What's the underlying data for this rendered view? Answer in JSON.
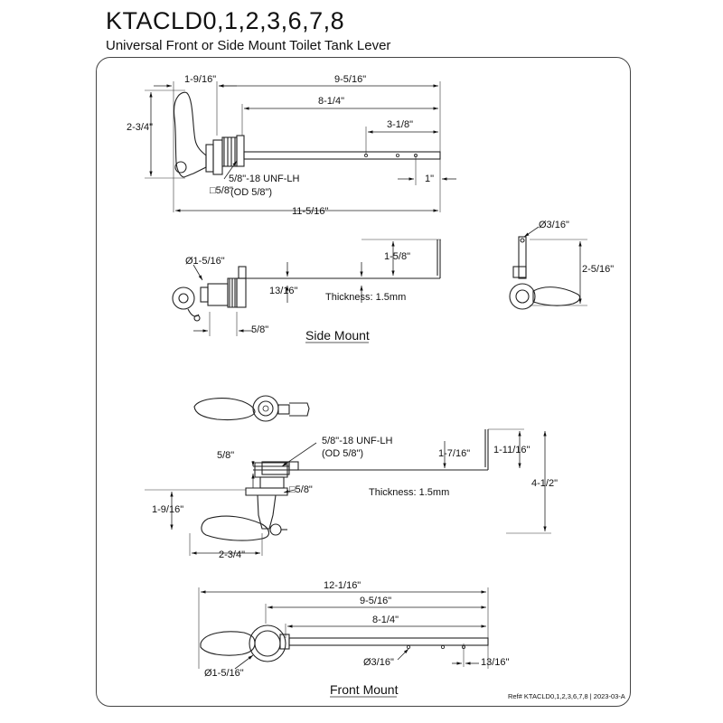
{
  "header": {
    "title": "KTACLD0,1,2,3,6,7,8",
    "subtitle": "Universal Front or Side Mount Toilet Tank Lever"
  },
  "dims": {
    "top": {
      "d_9_5_16": "9-5/16\"",
      "d_1_9_16": "1-9/16\"",
      "d_2_3_4": "2-3/4\"",
      "d_8_1_4": "8-1/4\"",
      "d_3_1_8": "3-1/8\"",
      "d_1": "1\"",
      "d_sq": "□5/8\"",
      "thread1": "5/8\"-18 UNF-LH",
      "thread2": "(OD 5/8\")",
      "d_11_5_16": "11-5/16\""
    },
    "side": {
      "d_dia_1_5_16": "Ø1-5/16\"",
      "d_1_5_8": "1-5/8\"",
      "d_13_16": "13/16\"",
      "thickness": "Thickness: 1.5mm",
      "d_5_8": "5/8\"",
      "label": "Side Mount"
    },
    "end": {
      "d_dia_3_16": "Ø3/16\"",
      "d_2_5_16": "2-5/16\""
    },
    "front": {
      "thread1": "5/8\"-18 UNF-LH",
      "thread2": "(OD 5/8\")",
      "d_5_8": "5/8\"",
      "d_sq": "□5/8\"",
      "d_1_7_16": "1-7/16\"",
      "d_1_11_16": "1-11/16\"",
      "d_4_1_2": "4-1/2\"",
      "thickness": "Thickness: 1.5mm",
      "d_1_9_16": "1-9/16\"",
      "d_2_3_4": "2-3/4\""
    },
    "bottom": {
      "d_12_1_16": "12-1/16\"",
      "d_9_5_16": "9-5/16\"",
      "d_8_1_4": "8-1/4\"",
      "d_dia_1_5_16": "Ø1-5/16\"",
      "d_dia_3_16": "Ø3/16\"",
      "d_13_16": "13/16\"",
      "label": "Front Mount"
    }
  },
  "footer": {
    "ref": "Ref# KTACLD0,1,2,3,6,7,8 | 2023-03-A"
  }
}
